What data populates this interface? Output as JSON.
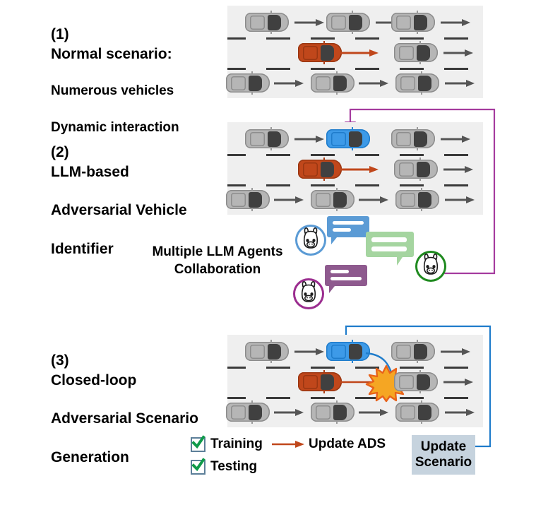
{
  "figure": {
    "title_implicit": "LLM-based closed-loop adversarial scenario generation pipeline"
  },
  "sections": [
    {
      "id": "s1",
      "number": "(1)",
      "title": "Normal scenario:",
      "lines": [
        "Numerous vehicles",
        "Dynamic interaction"
      ],
      "scene": {
        "name": "normal-traffic-scene",
        "background_color": "#efefef",
        "lanes": 3,
        "vehicles": [
          {
            "type": "normal",
            "lane": 1,
            "x_pct": 7,
            "color": "#b6b6b6"
          },
          {
            "type": "normal",
            "lane": 1,
            "x_pct": 33,
            "color": "#b6b6b6"
          },
          {
            "type": "normal",
            "lane": 1,
            "x_pct": 62,
            "color": "#b6b6b6"
          },
          {
            "type": "ego",
            "lane": 2,
            "x_pct": 25,
            "color": "#c0471b"
          },
          {
            "type": "normal",
            "lane": 2,
            "x_pct": 63,
            "color": "#b6b6b6"
          },
          {
            "type": "normal",
            "lane": 3,
            "x_pct": 0,
            "color": "#b6b6b6"
          },
          {
            "type": "normal",
            "lane": 3,
            "x_pct": 29,
            "color": "#b6b6b6"
          },
          {
            "type": "normal",
            "lane": 3,
            "x_pct": 64,
            "color": "#b6b6b6"
          }
        ]
      }
    },
    {
      "id": "s2",
      "number": "(2)",
      "title": "LLM-based",
      "lines": [
        "Adversarial Vehicle",
        "Identifier"
      ],
      "scene": {
        "name": "adversarial-identification-scene",
        "background_color": "#efefef",
        "lanes": 3,
        "highlight_vehicle_color": "#3d9ae8",
        "selector_arrow_color": "#a53b9e"
      }
    },
    {
      "id": "s3",
      "number": "(3)",
      "title": "Closed-loop",
      "lines": [
        "Adversarial Scenario",
        "Generation"
      ],
      "scene": {
        "name": "closed-loop-generation-scene",
        "background_color": "#efefef",
        "lanes": 3,
        "collision": true,
        "collision_color": "#f5a623",
        "collision_outline": "#e8621a",
        "feedback_arrow_color": "#1f7ccb"
      }
    }
  ],
  "collaboration": {
    "label_line_1": "Multiple LLM Agents",
    "label_line_2": "Collaboration",
    "agents": [
      {
        "name": "llm-agent-blue",
        "icon": "llama-icon",
        "ring_color": "#5b9bd5"
      },
      {
        "name": "llm-agent-purple",
        "icon": "llama-icon",
        "ring_color": "#9b2d8f"
      },
      {
        "name": "llm-agent-green",
        "icon": "llama-icon",
        "ring_color": "#1f8a1f"
      }
    ],
    "bubbles": [
      {
        "name": "speech-bubble-blue",
        "color": "#5b9bd5",
        "lines": 2
      },
      {
        "name": "speech-bubble-green",
        "color": "#a5d5a0",
        "lines": 2
      },
      {
        "name": "speech-bubble-purple",
        "color": "#8e5a8e",
        "lines": 2
      }
    ]
  },
  "legend": {
    "training_label": "Training",
    "testing_label": "Testing",
    "update_ads_label": "Update ADS",
    "update_ads_arrow_color": "#c0471b",
    "update_scenario_line_1": "Update",
    "update_scenario_line_2": "Scenario",
    "update_scenario_bg": "#c6d3de",
    "checkbox_check_color": "#0f9a4a",
    "checkbox_border_color": "#5c7f99"
  },
  "colors": {
    "road": "#efefef",
    "lane_marking": "#3a3a3a",
    "normal_vehicle": "#b6b6b6",
    "ego_vehicle": "#c0471b",
    "adversarial_vehicle": "#3d9ae8",
    "headlight": "#f2b705",
    "windshield": "#404040",
    "purple_loop": "#a53b9e",
    "blue_loop": "#1f7ccb"
  }
}
